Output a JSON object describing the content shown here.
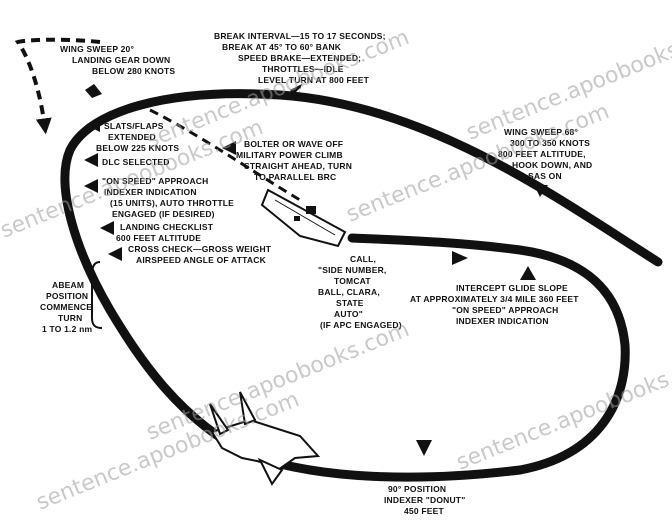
{
  "labels": {
    "break_interval": [
      "BREAK INTERVAL—15 TO 17 SECONDS;",
      "BREAK AT 45° TO 60° BANK",
      "SPEED BRAKE—EXTENDED;",
      "THROTTLES—IDLE",
      "LEVEL TURN AT 800 FEET"
    ],
    "wing_sweep_20": [
      "WING SWEEP 20°",
      "LANDING GEAR DOWN",
      "BELOW 280 KNOTS"
    ],
    "slats_flaps": [
      "SLATS/FLAPS",
      "EXTENDED",
      "BELOW 225 KNOTS"
    ],
    "dlc": [
      "DLC SELECTED"
    ],
    "on_speed_approach": [
      "\"ON SPEED\" APPROACH",
      "INDEXER INDICATION",
      "(15 UNITS), AUTO THROTTLE",
      "ENGAGED (IF DESIRED)"
    ],
    "landing_checklist": [
      "LANDING CHECKLIST",
      "600 FEET ALTITUDE"
    ],
    "cross_check": [
      "CROSS CHECK—GROSS WEIGHT",
      "AIRSPEED ANGLE OF ATTACK"
    ],
    "bolter": [
      "BOLTER OR WAVE OFF",
      "MILITARY POWER CLIMB",
      "STRAIGHT AHEAD, TURN",
      "TO PARALLEL BRC"
    ],
    "wing_sweep_68": [
      "WING SWEEP 68°",
      "300 TO 350 KNOTS",
      "800 FEET ALTITUDE,",
      "HOOK DOWN, AND",
      "SAS ON"
    ],
    "abeam": [
      "ABEAM",
      "POSITION",
      "COMMENCE",
      "TURN",
      "1 TO 1.2 nm"
    ],
    "call": [
      "CALL,",
      "\"SIDE NUMBER,",
      "TOMCAT",
      "BALL, CLARA,",
      "STATE",
      "AUTO\"",
      "(IF APC ENGAGED)"
    ],
    "intercept": [
      "INTERCEPT GLIDE SLOPE",
      "AT APPROXIMATELY 3/4 MILE 360 FEET",
      "\"ON SPEED\" APPROACH",
      "INDEXER INDICATION"
    ],
    "ninety_position": [
      "90° POSITION",
      "INDEXER \"DONUT\"",
      "450 FEET"
    ]
  },
  "watermark": "sentence.apoobooks.com"
}
